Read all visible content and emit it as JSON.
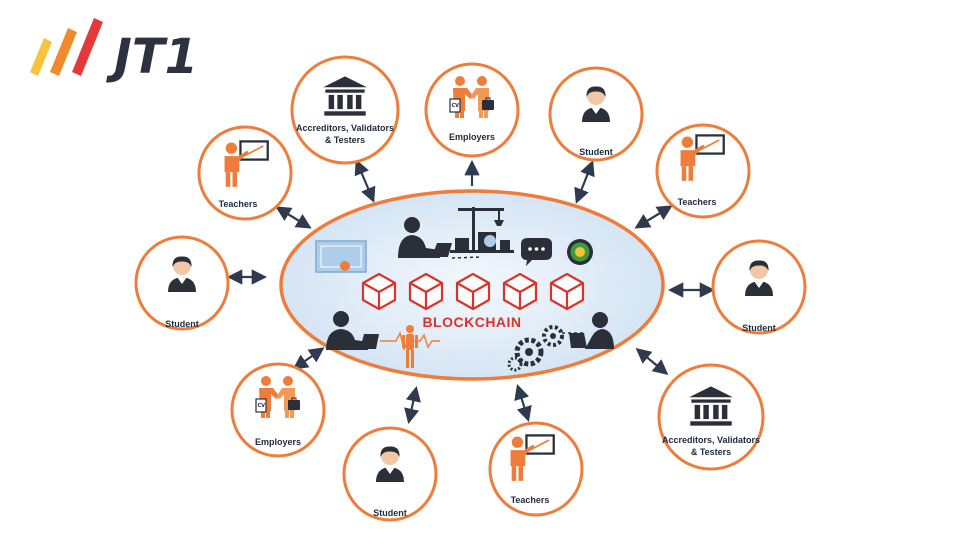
{
  "logo": {
    "text": "JT1"
  },
  "center": {
    "label": "BLOCKCHAIN"
  },
  "nodes": {
    "accreditors_top": {
      "line1": "Accreditors, Validators",
      "line2": "& Testers",
      "icon": "building-icon"
    },
    "employers_top": {
      "label": "Employers",
      "icon": "handshake-icon"
    },
    "student_top_right": {
      "label": "Student",
      "icon": "person-icon"
    },
    "teachers_top_left": {
      "label": "Teachers",
      "icon": "teacher-icon"
    },
    "teachers_right": {
      "label": "Teachers",
      "icon": "teacher-icon"
    },
    "student_left": {
      "label": "Student",
      "icon": "person-icon"
    },
    "student_right": {
      "label": "Student",
      "icon": "person-icon"
    },
    "employers_bottom_left": {
      "label": "Employers",
      "icon": "handshake-icon"
    },
    "student_bottom": {
      "label": "Student",
      "icon": "person-icon"
    },
    "teachers_bottom": {
      "label": "Teachers",
      "icon": "teacher-icon"
    },
    "accreditors_bottom_right": {
      "line1": "Accreditors, Validators",
      "line2": "& Testers",
      "icon": "building-icon"
    }
  },
  "colors": {
    "ring": "#ee7d3b",
    "arrow": "#2f3a4f",
    "dark": "#1f2a3a",
    "blockchain_red": "#d9342b",
    "ellipse_fill": "#dce9f5",
    "logo_yellow": "#f6c33b",
    "logo_orange": "#f08a2c",
    "logo_red": "#e4393a"
  }
}
